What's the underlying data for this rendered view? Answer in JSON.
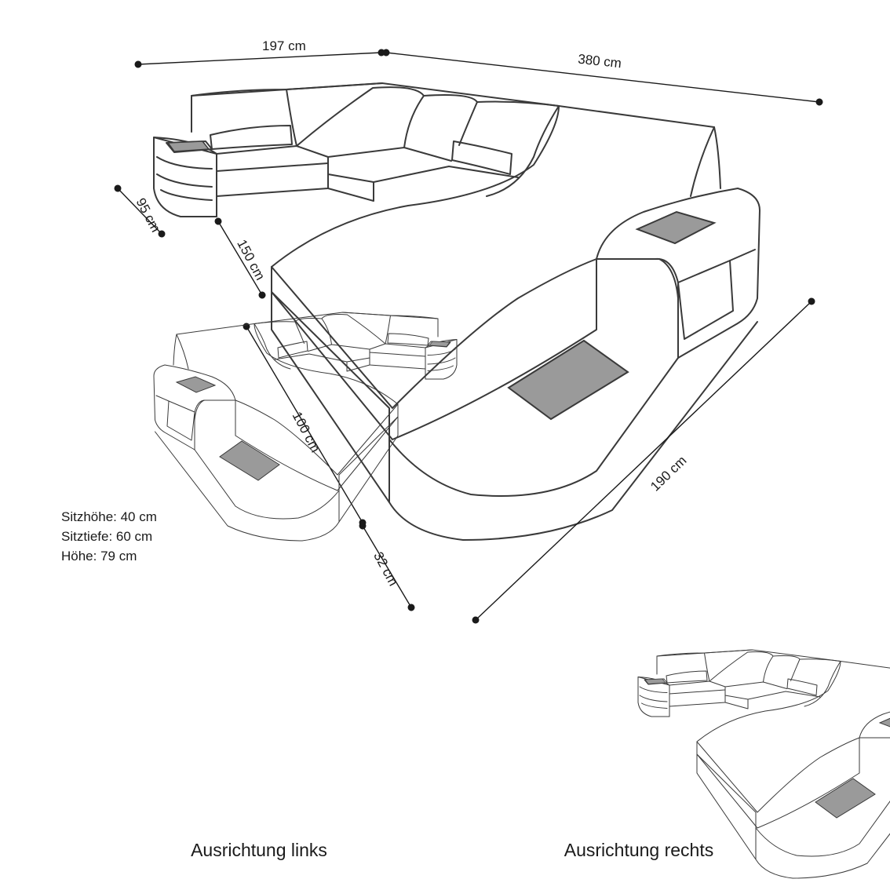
{
  "dimensions": {
    "top_left_width": "197 cm",
    "top_right_width": "380 cm",
    "left_depth": "95 cm",
    "chaise_depth": "150 cm",
    "front_height": "100 cm",
    "front_extension": "32 cm",
    "right_length": "190 cm"
  },
  "specs": [
    "Sitzhöhe: 40 cm",
    "Sitztiefe: 60 cm",
    "Höhe: 79 cm"
  ],
  "captions": {
    "left": "Ausrichtung links",
    "right": "Ausrichtung rechts"
  },
  "colors": {
    "line": "#3a3a3a",
    "panel_fill": "#9a9a9a",
    "background": "#ffffff"
  }
}
